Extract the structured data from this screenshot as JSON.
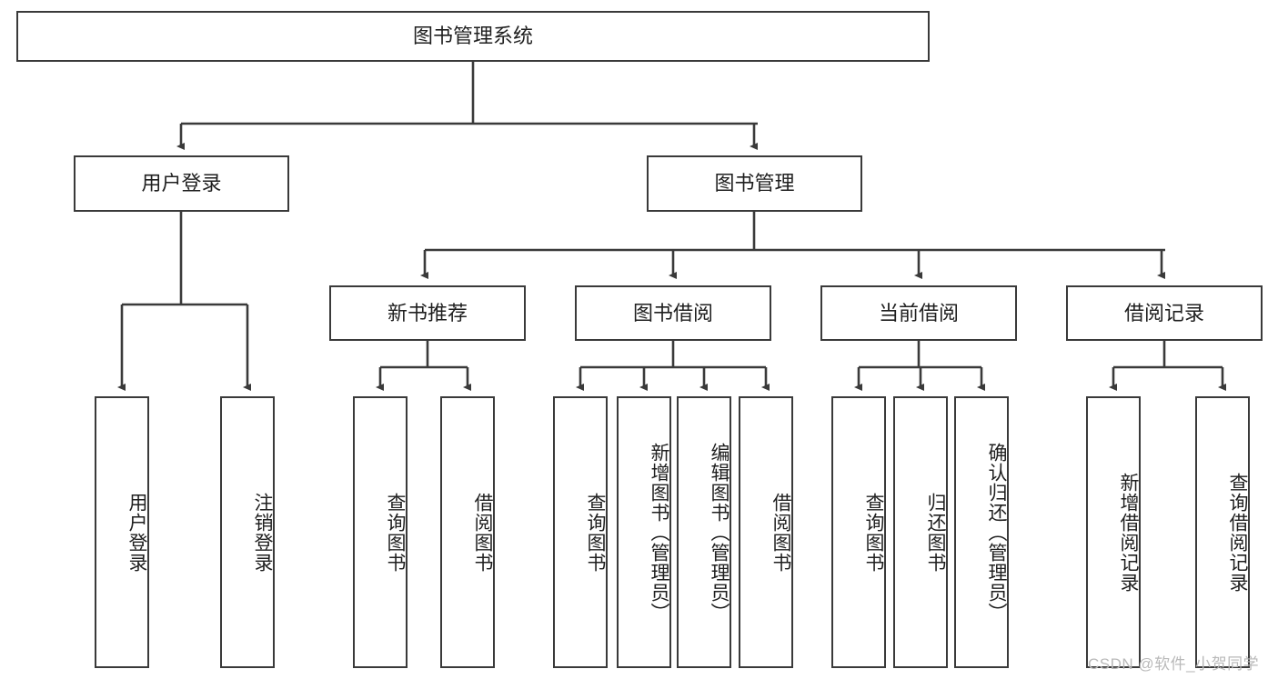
{
  "diagram": {
    "title": "图书管理系统",
    "root": {
      "label": "图书管理系统"
    },
    "level2": [
      {
        "label": "用户登录"
      },
      {
        "label": "图书管理"
      }
    ],
    "level3": [
      {
        "label": "新书推荐"
      },
      {
        "label": "图书借阅"
      },
      {
        "label": "当前借阅"
      },
      {
        "label": "借阅记录"
      }
    ],
    "leaves": {
      "user_login": [
        {
          "label": "用户登录"
        },
        {
          "label": "注销登录"
        }
      ],
      "new_book_recommend": [
        {
          "label": "查询图书"
        },
        {
          "label": "借阅图书"
        }
      ],
      "book_borrow": [
        {
          "label": "查询图书"
        },
        {
          "label": "新增图书（管理员）"
        },
        {
          "label": "编辑图书（管理员）"
        },
        {
          "label": "借阅图书"
        }
      ],
      "current_borrow": [
        {
          "label": "查询图书"
        },
        {
          "label": "归还图书"
        },
        {
          "label": "确认归还（管理员）"
        }
      ],
      "borrow_record": [
        {
          "label": "新增借阅记录"
        },
        {
          "label": "查询借阅记录"
        }
      ]
    }
  },
  "watermark": {
    "text": "CSDN @软件_小贺同学"
  },
  "colors": {
    "stroke": "#3a3a3a",
    "box_fill": "#ffffff",
    "text": "#1f1f1f",
    "watermark": "#b9b9b9"
  }
}
